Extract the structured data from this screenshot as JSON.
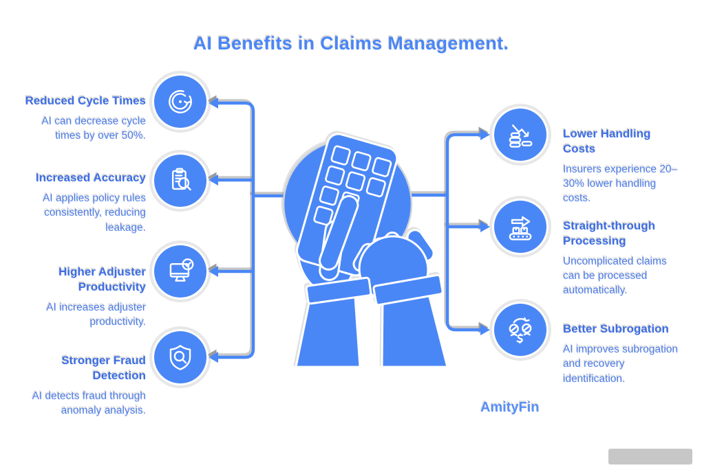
{
  "title": "AI Benefits in Claims Management.",
  "watermark": "AmityFin",
  "colors": {
    "primary_blue": "#4a87f6",
    "heading_text": "#3d6ee4",
    "body_text": "#4f7eea",
    "connector_shadow": "#9b9b9b"
  },
  "center": {
    "illustration": "hands-using-phone"
  },
  "left_items": [
    {
      "icon": "cycle-refresh-icon",
      "heading": "Reduced Cycle Times",
      "body": "AI can decrease cycle times by over 50%."
    },
    {
      "icon": "clipboard-magnifier-icon",
      "heading": "Increased Accuracy",
      "body": "AI applies policy rules consistently, reducing leakage."
    },
    {
      "icon": "monitor-check-icon",
      "heading": "Higher Adjuster Productivity",
      "body": "AI increases adjuster productivity."
    },
    {
      "icon": "shield-magnifier-icon",
      "heading": "Stronger Fraud Detection",
      "body": "AI detects fraud through anomaly analysis."
    }
  ],
  "right_items": [
    {
      "icon": "declining-costs-icon",
      "heading": "Lower Handling Costs",
      "body": "Insurers experience 20–30% lower handling costs."
    },
    {
      "icon": "conveyor-arrow-icon",
      "heading": "Straight-through Processing",
      "body": "Uncomplicated claims can be processed automatically."
    },
    {
      "icon": "money-recovery-face-icon",
      "heading": "Better Subrogation",
      "body": "AI improves subrogation and recovery identification."
    }
  ]
}
